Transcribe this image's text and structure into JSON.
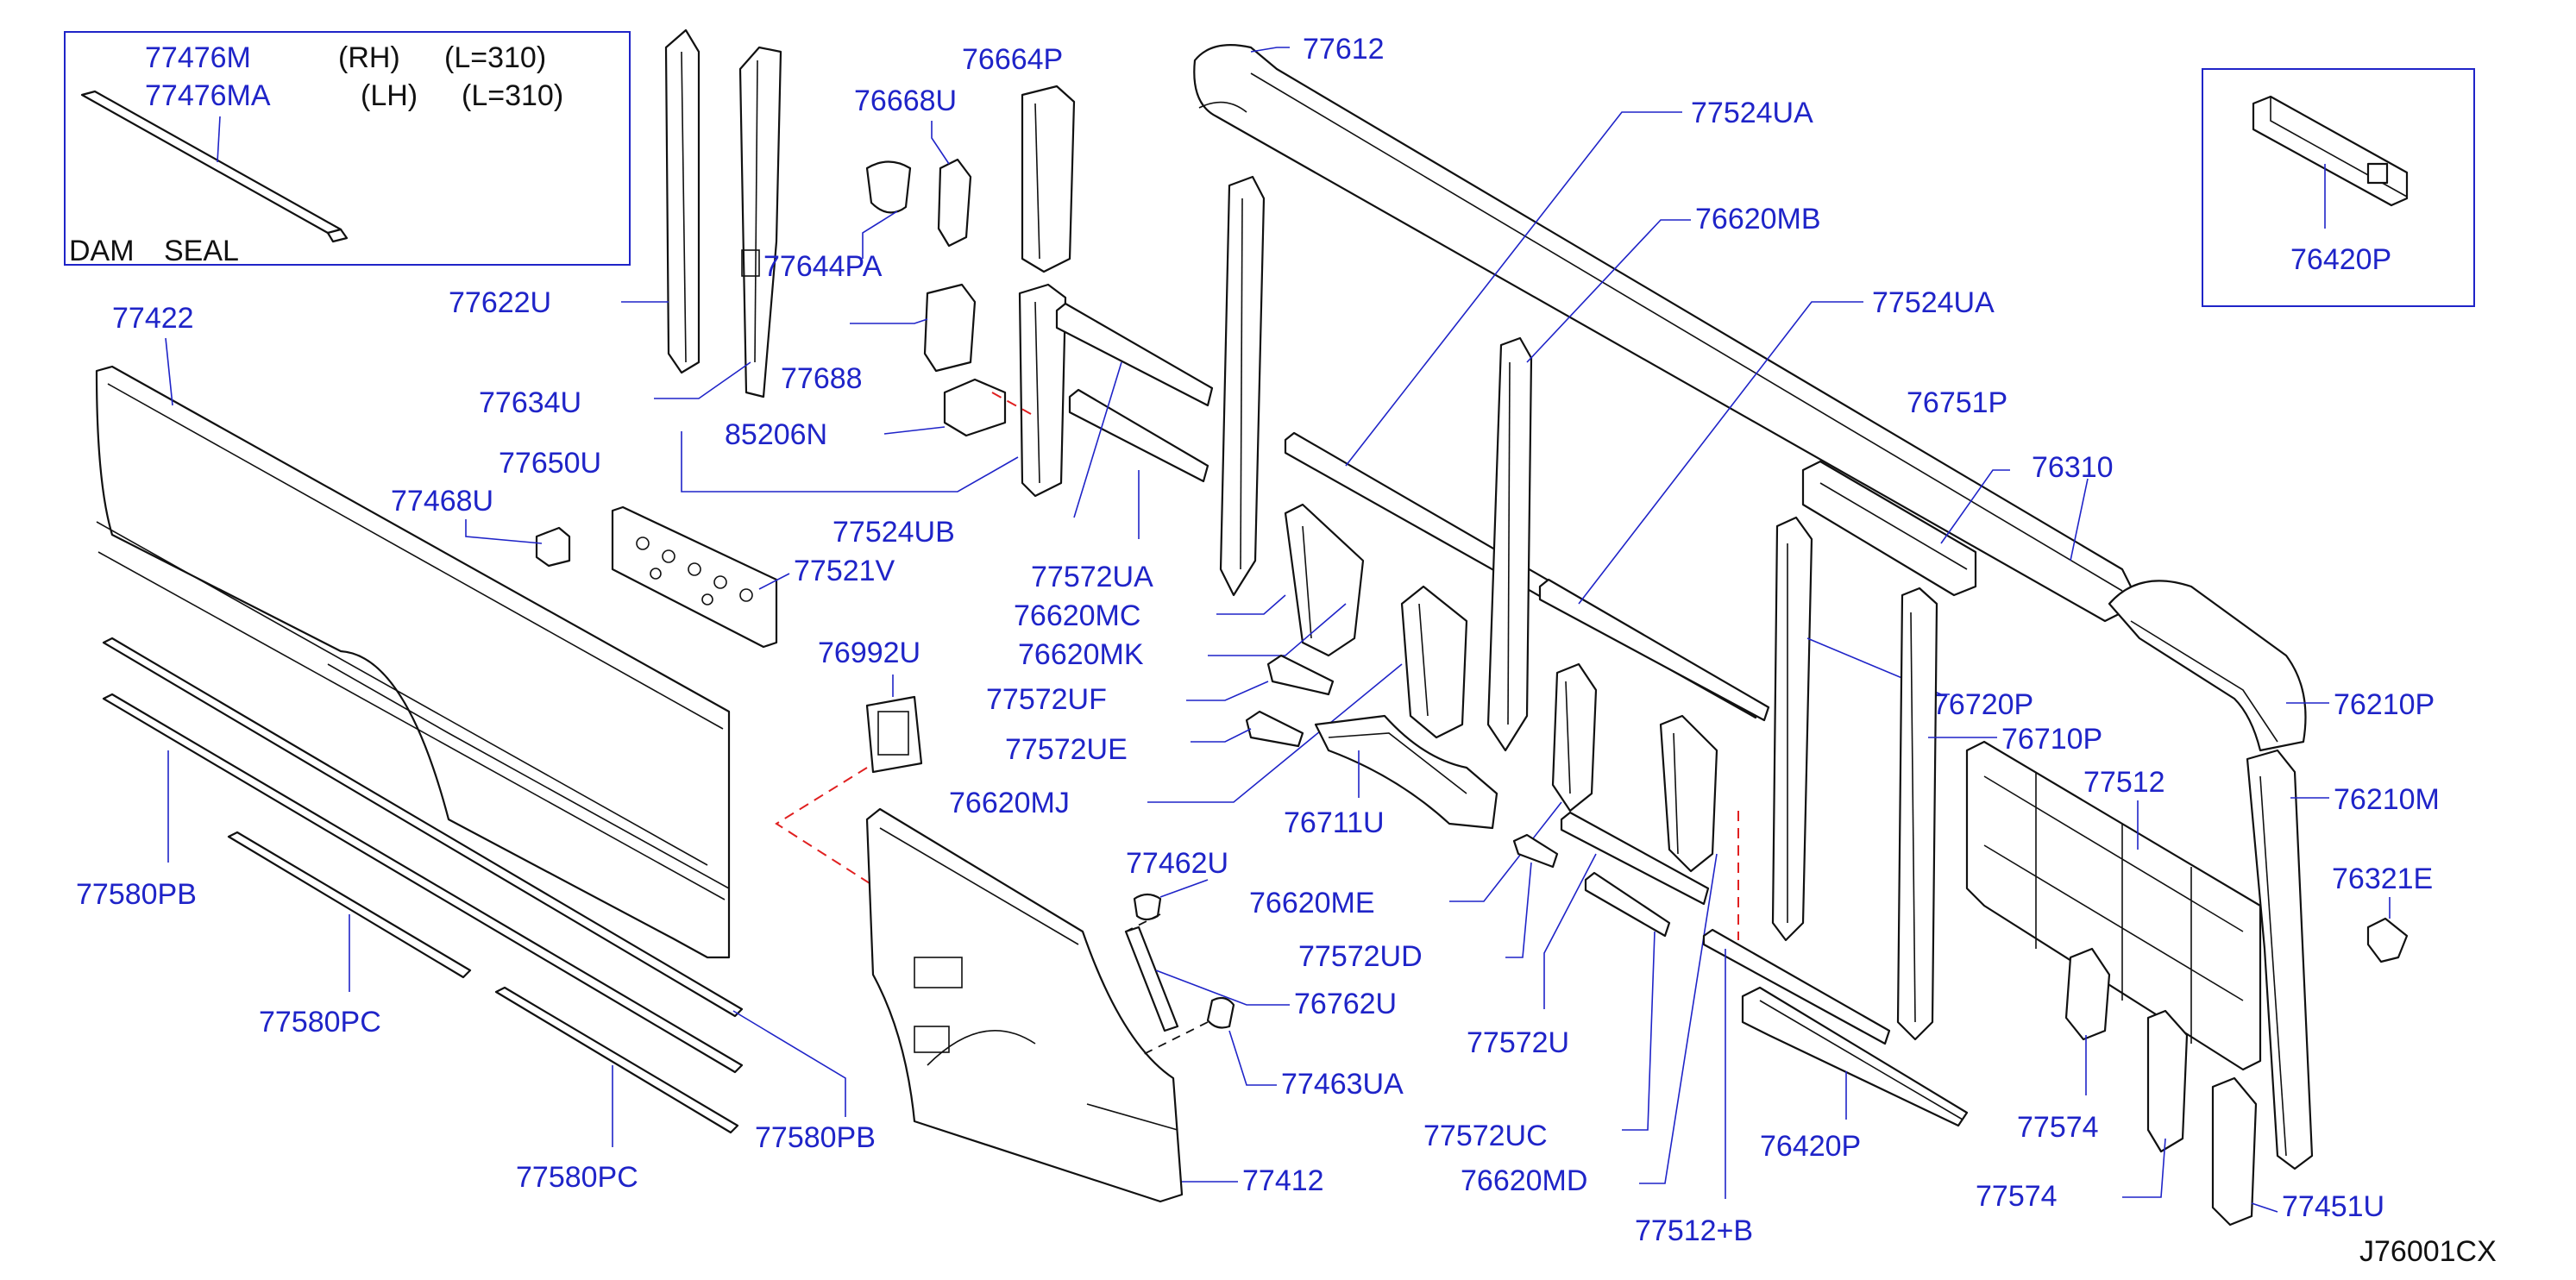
{
  "diagram_code": "J76001CX",
  "inset_left": {
    "rows": [
      {
        "part": "77476M",
        "side": "(RH)",
        "length": "(L=310)"
      },
      {
        "part": "77476MA",
        "side": "(LH)",
        "length": "(L=310)"
      }
    ],
    "caption_1": "DAM",
    "caption_2": "SEAL"
  },
  "inset_right": {
    "part": "76420P"
  },
  "labels": {
    "p77622U": "77622U",
    "p77634U": "77634U",
    "p77650U": "77650U",
    "p85206N": "85206N",
    "p77664P": "76664P",
    "p76668U": "76668U",
    "p77644PA": "77644PA",
    "p77688": "77688",
    "p77612": "77612",
    "p77524UA_1": "77524UA",
    "p76620MB": "76620MB",
    "p77524UA_2": "77524UA",
    "p76751P": "76751P",
    "p76310": "76310",
    "p77422": "77422",
    "p77468U": "77468U",
    "p77521V": "77521V",
    "p77524UB": "77524UB",
    "p77572UA": "77572UA",
    "p76620MC": "76620MC",
    "p76620MK": "76620MK",
    "p77572UF": "77572UF",
    "p77572UE": "77572UE",
    "p76620MJ": "76620MJ",
    "p76992U": "76992U",
    "p76711U": "76711U",
    "p76720P": "76720P",
    "p76710P": "76710P",
    "p76210P": "76210P",
    "p76210M": "76210M",
    "p77512": "77512",
    "p76321E": "76321E",
    "p77580PB_1": "77580PB",
    "p77580PC_1": "77580PC",
    "p77580PB_2": "77580PB",
    "p77580PC_2": "77580PC",
    "p77462U": "77462U",
    "p76762U": "76762U",
    "p77463UA": "77463UA",
    "p77412": "77412",
    "p76620ME": "76620ME",
    "p77572UD": "77572UD",
    "p77572U": "77572U",
    "p77572UC": "77572UC",
    "p76620MD": "76620MD",
    "p77512B": "77512+B",
    "p76420P": "76420P",
    "p77574_1": "77574",
    "p77574_2": "77574",
    "p77451U": "77451U"
  },
  "colors": {
    "label": "#1f24c8",
    "outline": "#111111",
    "hidden_line": "#e02020"
  }
}
